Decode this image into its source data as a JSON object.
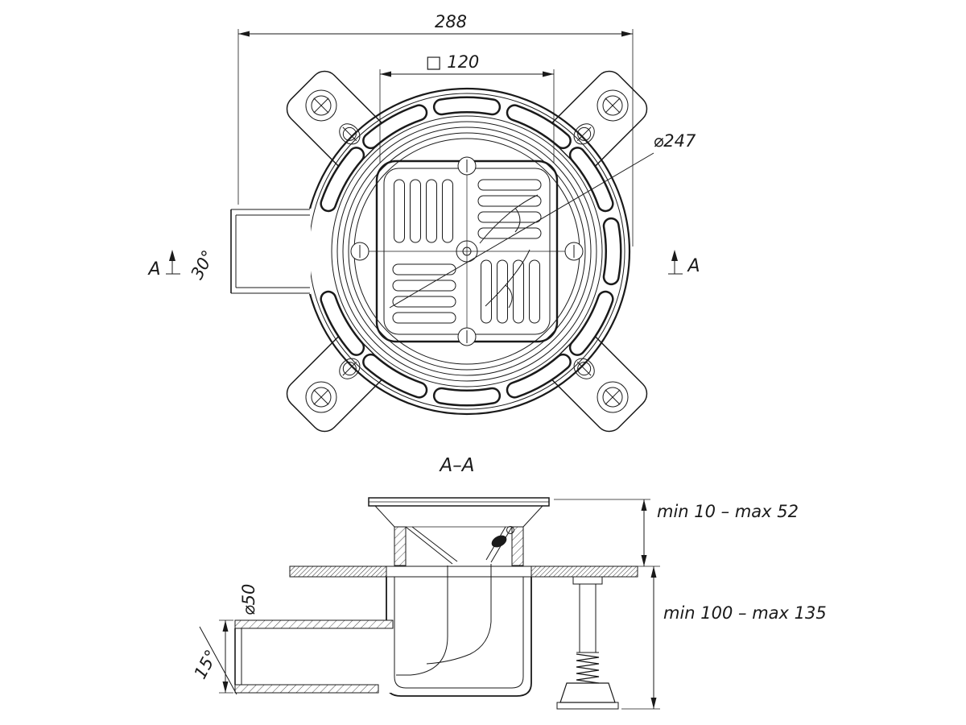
{
  "page": {
    "background": "#ffffff",
    "line_color": "#1a1a1a"
  },
  "top_view": {
    "dim_overall_width": "288",
    "dim_grate_square": "□ 120",
    "dim_flange_diameter": "⌀247",
    "outlet_angle": "30°",
    "section_label_left": "A",
    "section_label_right": "A"
  },
  "section_view": {
    "title": "A–A",
    "dim_adjust_top": "min 10 – max 52",
    "dim_adjust_body": "min 100 – max 135",
    "dim_outlet_diameter": "⌀50",
    "outlet_swivel_angle": "15°"
  }
}
